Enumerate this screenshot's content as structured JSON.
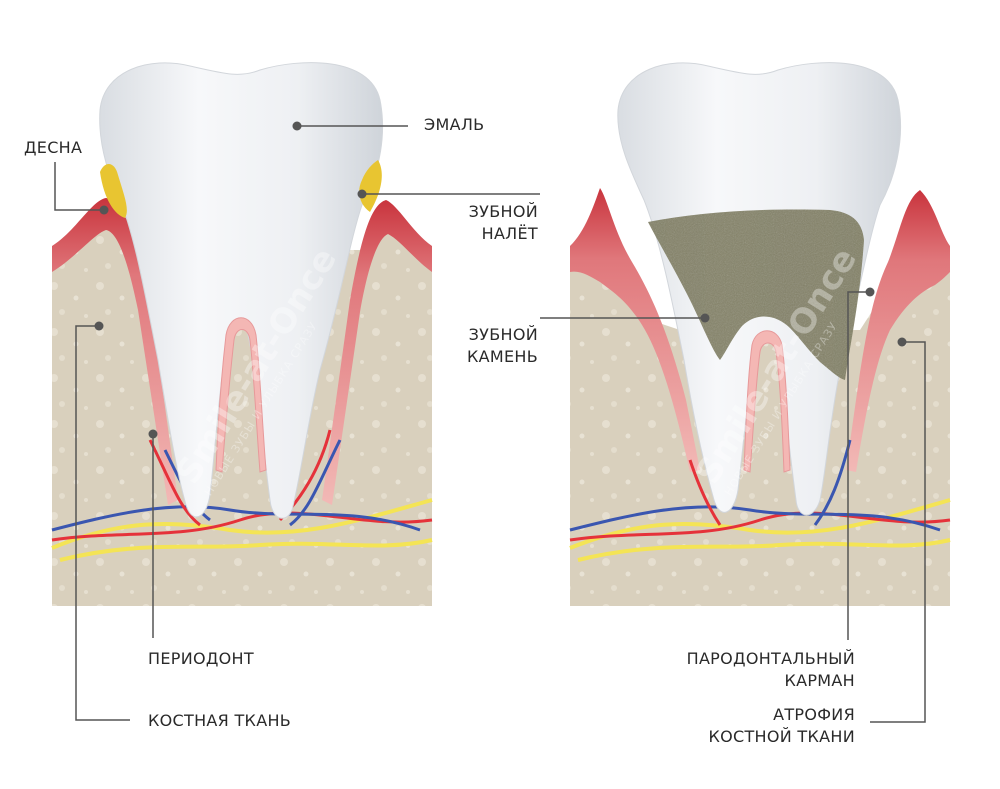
{
  "labels": {
    "gum": "ДЕСНА",
    "enamel": "ЭМАЛЬ",
    "plaque_1": "ЗУБНОЙ",
    "plaque_2": "НАЛЁТ",
    "tartar_1": "ЗУБНОЙ",
    "tartar_2": "КАМЕНЬ",
    "periodontium": "ПЕРИОДОНТ",
    "bone": "КОСТНАЯ ТКАНЬ",
    "pocket_1": "ПАРОДОНТАЛЬНЫЙ",
    "pocket_2": "КАРМАН",
    "atrophy_1": "АТРОФИЯ",
    "atrophy_2": "КОСТНОЙ ТКАНИ"
  },
  "watermark": {
    "brand": "Smile-at-Once",
    "tagline": "НОВЫЕ ЗУБЫ И УЛЫБКА СРАЗУ"
  },
  "colors": {
    "bone": "#d9d0bd",
    "gum": "#f2b9b6",
    "gum_edge": "#c9343d",
    "tooth": "#eef0f2",
    "plaque": "#e8c531",
    "tartar": "#6b6a4e",
    "artery": "#e5323a",
    "vein": "#3a56b0",
    "nerve": "#f4e455",
    "leader": "#555555"
  }
}
